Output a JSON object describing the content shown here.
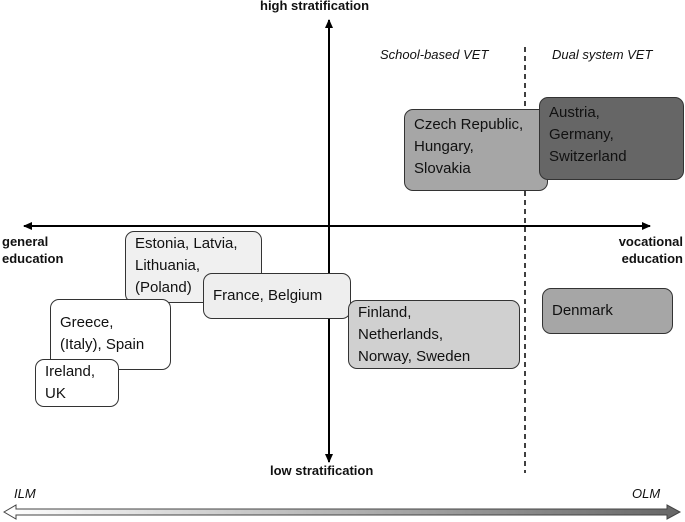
{
  "axes": {
    "top": "high stratification",
    "bottom": "low stratification",
    "left": [
      "general",
      "education"
    ],
    "right": [
      "vocational",
      "education"
    ]
  },
  "regions": {
    "school_based": "School-based VET",
    "dual_system": "Dual system VET"
  },
  "market": {
    "left": "ILM",
    "right": "OLM"
  },
  "clusters": [
    {
      "id": "czech",
      "lines": [
        "Czech Republic,",
        "Hungary,",
        "Slovakia"
      ],
      "fill": "#a6a6a6"
    },
    {
      "id": "austria",
      "lines": [
        "Austria,",
        "Germany,",
        "Switzerland"
      ],
      "fill": "#666666"
    },
    {
      "id": "estonia",
      "lines": [
        "Estonia, Latvia,",
        "Lithuania,",
        "(Poland)"
      ],
      "fill": "#f0f0f0"
    },
    {
      "id": "france",
      "lines": [
        "France, Belgium"
      ],
      "fill": "#eeeeee"
    },
    {
      "id": "finland",
      "lines": [
        "Finland,",
        "Netherlands,",
        "Norway, Sweden"
      ],
      "fill": "#d0d0d0"
    },
    {
      "id": "denmark",
      "lines": [
        "Denmark"
      ],
      "fill": "#a6a6a6"
    },
    {
      "id": "greece",
      "lines": [
        "Greece,",
        "(Italy), Spain"
      ],
      "fill": "#ffffff"
    },
    {
      "id": "ireland",
      "lines": [
        "Ireland,",
        "UK"
      ],
      "fill": "#ffffff"
    }
  ]
}
